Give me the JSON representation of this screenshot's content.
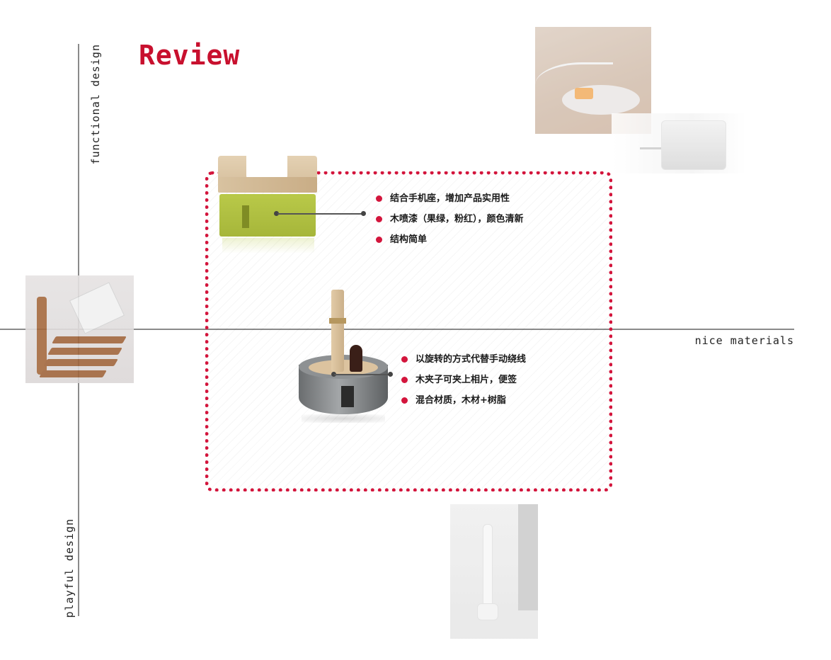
{
  "title": "Review",
  "axes": {
    "top": "functional design",
    "bottom": "playful design",
    "right": "nice materials"
  },
  "highlight_color": "#d3153c",
  "title_color": "#c8102e",
  "products": [
    {
      "name": "wooden-cube-phone-stand",
      "features": [
        "结合手机座，增加产品实用性",
        "木喷漆（果绿，粉红），颜色清新",
        "结构简单"
      ]
    },
    {
      "name": "rotating-cable-winder",
      "features": [
        "以旋转的方式代替手动绕线",
        "木夹子可夹上相片，便签",
        "混合材质，木材+树脂"
      ]
    }
  ]
}
